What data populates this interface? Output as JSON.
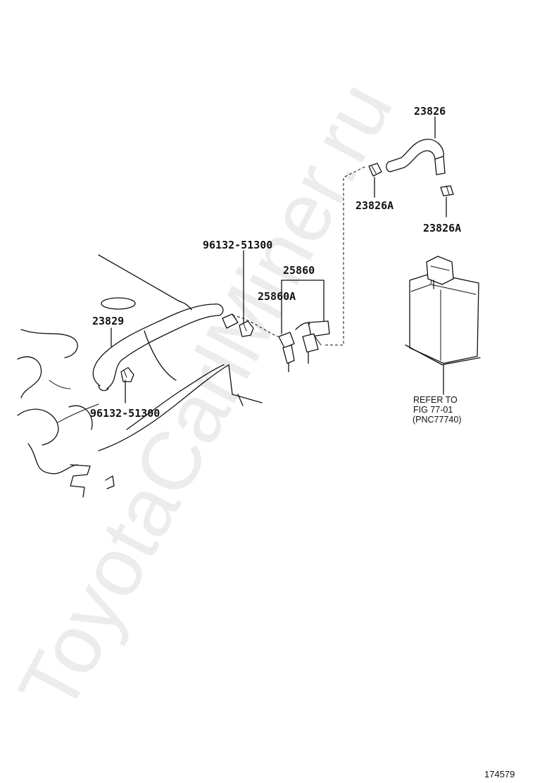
{
  "watermark": "ToyotaCarlMiner.ru",
  "labels": {
    "hose_top": "23826",
    "clip_left": "23826A",
    "clip_right": "23826A",
    "clamp_top": "96132-51300",
    "vsv_a": "25860",
    "vsv_b": "25860A",
    "hose_left": "23829",
    "clamp_bottom": "96132-51300"
  },
  "reference": {
    "line1": "REFER TO",
    "line2": "FIG 77-01",
    "line3": "(PNC77740)"
  },
  "figure_number": "174579"
}
